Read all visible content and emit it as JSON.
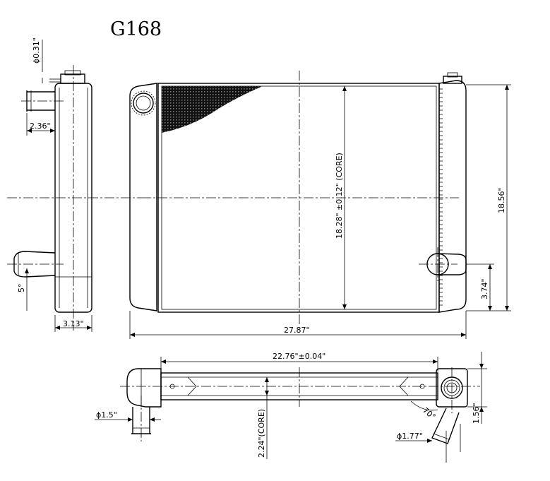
{
  "title": "G168",
  "dimensions": {
    "inlet_dia": "ϕ0.31\"",
    "inlet_offset": "2.36\"",
    "angle_5": "5°",
    "depth": "3.13\"",
    "core_height": "18.28\" ±0.12\" (CORE)",
    "overall_height": "18.56\"",
    "outlet_height": "3.74\"",
    "overall_width": "27.87\"",
    "core_width": "22.76\"±0.04\"",
    "core_depth": "2.24\"(CORE)",
    "pipe_dia_left": "ϕ1.5\"",
    "pipe_dia_right": "ϕ1.77\"",
    "angle_70": "70°",
    "tank_depth": "1.56\""
  }
}
